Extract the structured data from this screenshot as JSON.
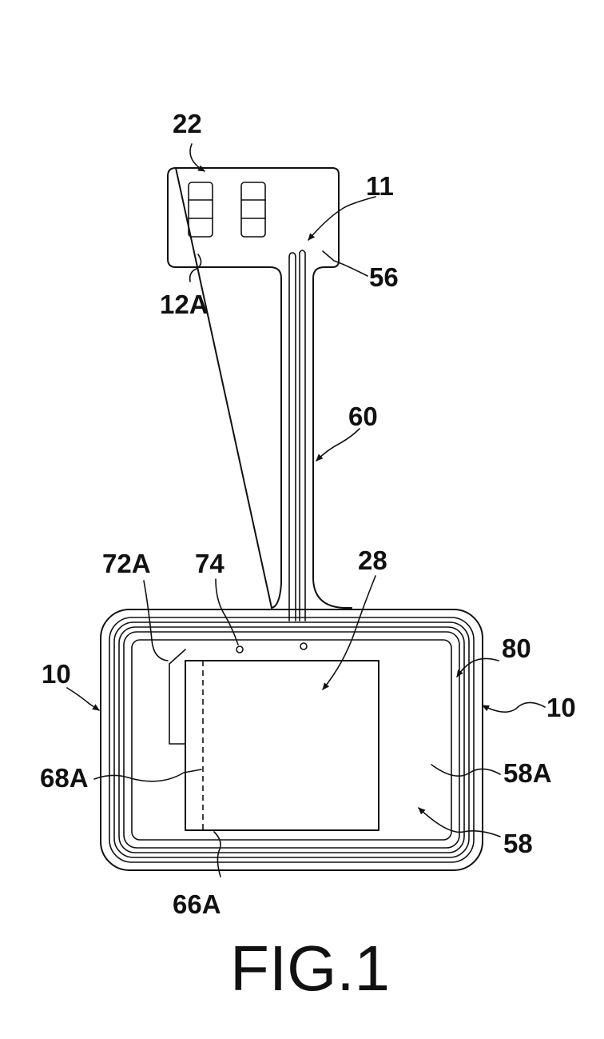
{
  "figure": {
    "caption": "FIG.1",
    "labels": {
      "l22": "22",
      "l11": "11",
      "l56": "56",
      "l12A": "12A",
      "l60": "60",
      "l72A": "72A",
      "l74": "74",
      "l28": "28",
      "l10_left": "10",
      "l80": "80",
      "l10_right": "10",
      "l68A": "68A",
      "l58A": "58A",
      "l58": "58",
      "l66A": "66A"
    }
  }
}
